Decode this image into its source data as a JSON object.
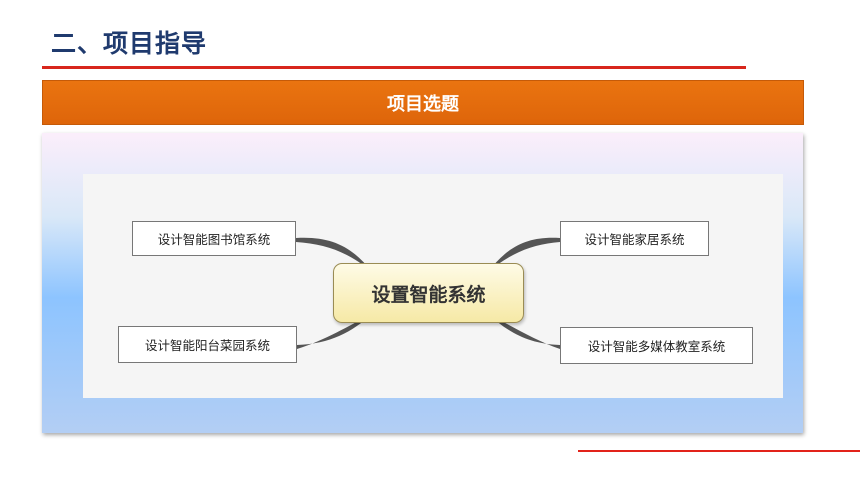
{
  "header": {
    "title": "二、项目指导"
  },
  "banner": {
    "label": "项目选题"
  },
  "mindmap": {
    "central": "设置智能系统",
    "branches": {
      "top_left": "设计智能图书馆系统",
      "top_right": "设计智能家居系统",
      "bottom_left": "设计智能阳台菜园系统",
      "bottom_right": "设计智能多媒体教室系统"
    }
  },
  "colors": {
    "title": "#1f3a6e",
    "accent_rule": "#d8261c",
    "banner": "#e26c0d",
    "central_fill": "#f6e9a6",
    "connector": "#555555"
  }
}
